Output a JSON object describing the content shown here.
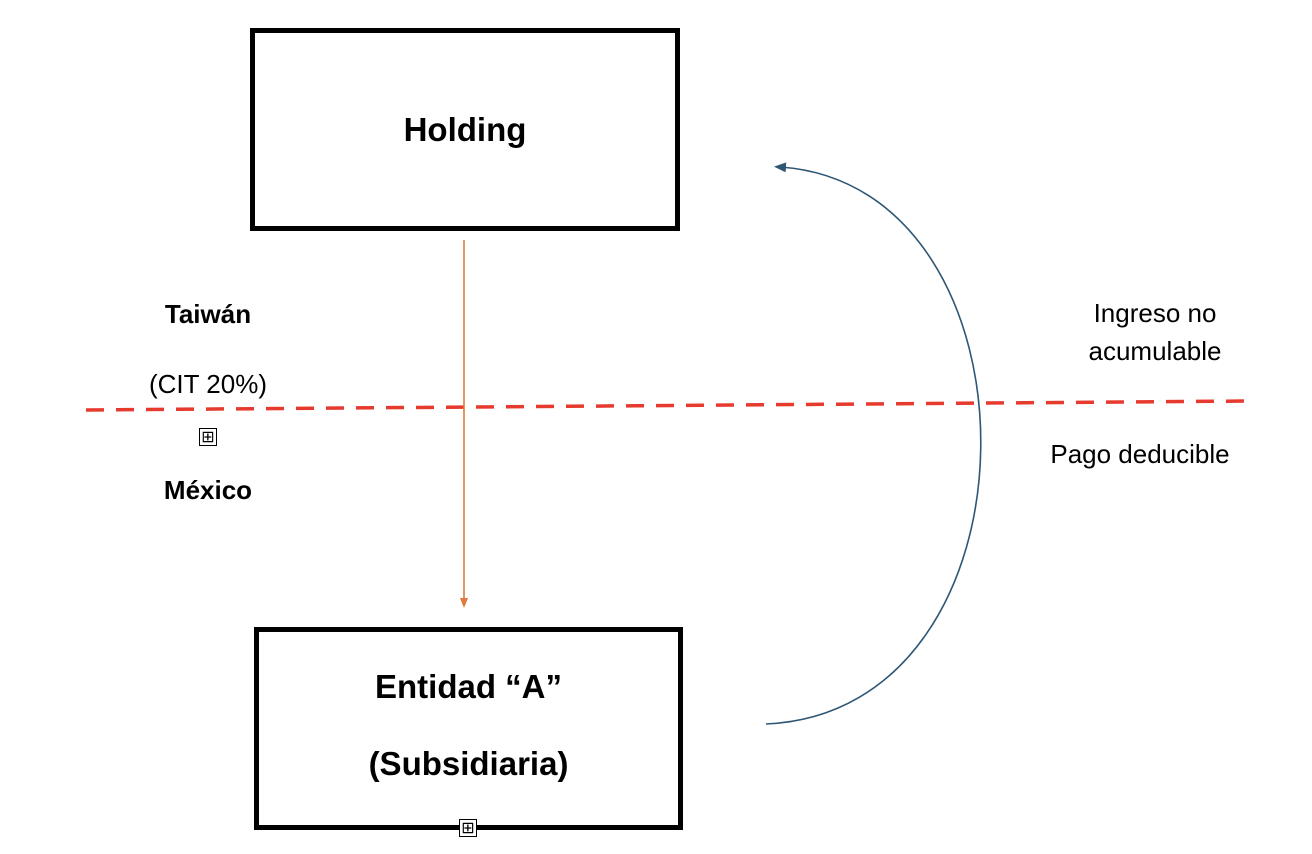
{
  "boxes": {
    "holding": "Holding",
    "entity_line1": "Entidad “A”",
    "entity_line2": "(Subsidiaria)"
  },
  "regions": {
    "upper": "Taiwán",
    "upper_note": "(CIT 20%)",
    "lower": "México"
  },
  "flows": {
    "income": "Ingreso no acumulable",
    "payment": "Pago deducible"
  },
  "markers": {
    "glyph": "⊞"
  },
  "colors": {
    "border": "#000000",
    "border_line": "#e63a2e",
    "down_arrow": "#e07a3a",
    "return_arrow": "#2e5775"
  }
}
